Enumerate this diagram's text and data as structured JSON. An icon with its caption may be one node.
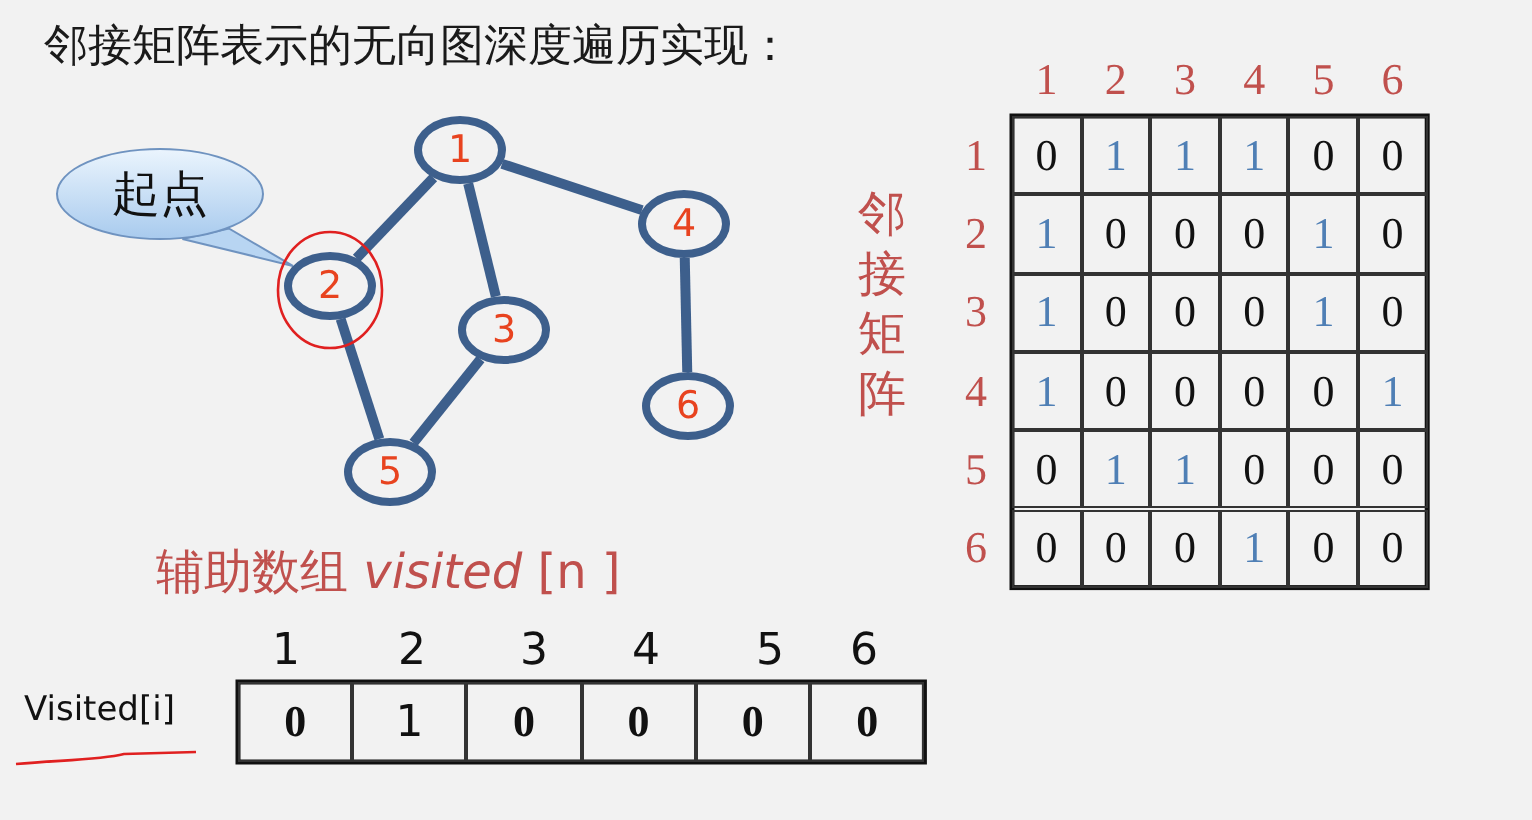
{
  "diagram": {
    "title": "邻接矩阵表示的无向图深度遍历实现：",
    "nodes": [
      {
        "text": [
          "1"
        ]
      },
      {
        "text": [
          "2"
        ]
      },
      {
        "text": [
          "3"
        ]
      },
      {
        "text": [
          "4"
        ]
      },
      {
        "text": [
          "5"
        ]
      },
      {
        "text": [
          "6"
        ]
      },
      {
        "text": [
          "起点"
        ]
      }
    ],
    "edges": [
      {
        "from": 0,
        "to": 1,
        "arrow": "none"
      },
      {
        "from": 0,
        "to": 2,
        "arrow": "none"
      },
      {
        "from": 0,
        "to": 3,
        "arrow": "none"
      },
      {
        "from": 1,
        "to": 4,
        "arrow": "none"
      },
      {
        "from": 2,
        "to": 4,
        "arrow": "none"
      },
      {
        "from": 3,
        "to": 5,
        "arrow": "none"
      },
      {
        "from": 6,
        "to": 1,
        "arrow": "none"
      }
    ],
    "labels": [
      "邻接矩阵",
      "1",
      "2",
      "3",
      "4",
      "5",
      "6",
      "1",
      "0",
      "1",
      "1",
      "1",
      "0",
      "0",
      "2",
      "1",
      "0",
      "0",
      "0",
      "1",
      "0",
      "3",
      "1",
      "0",
      "0",
      "0",
      "1",
      "0",
      "4",
      "1",
      "0",
      "0",
      "0",
      "0",
      "1",
      "5",
      "0",
      "1",
      "1",
      "0",
      "0",
      "0",
      "6",
      "0",
      "0",
      "0",
      "1",
      "0",
      "0",
      "辅助数组 *visited* [n ]",
      "1",
      "2",
      "3",
      "4",
      "5",
      "6",
      "Visited[i]",
      "0",
      "1",
      "0",
      "0",
      "0",
      "0"
    ]
  }
}
